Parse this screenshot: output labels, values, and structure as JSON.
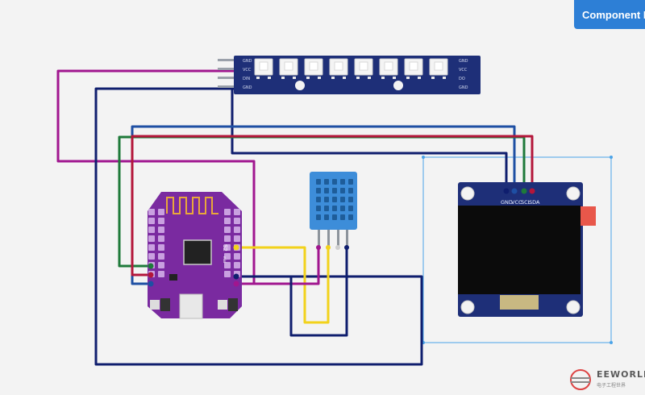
{
  "toolbar": {
    "component_button": "Component Properties"
  },
  "led_strip": {
    "pins_left": [
      "GND",
      "VCC",
      "DIN",
      "GND"
    ],
    "pins_right": [
      "GND",
      "VCC",
      "DO",
      "GND"
    ],
    "led_count": 8
  },
  "oled": {
    "pin_labels": [
      "GND",
      "VCC",
      "SCL",
      "SDA"
    ]
  },
  "board": {
    "chip_label": "S2",
    "chip_sub": "mini"
  },
  "watermark": {
    "title": "EEWORLD",
    "subtitle": "电子工程世界"
  },
  "colors": {
    "wire_magenta": "#a0168f",
    "wire_navy": "#0f1e6e",
    "wire_green": "#1e7a3a",
    "wire_red": "#b3163a",
    "wire_blue": "#1e4fa3",
    "wire_yellow": "#f2d21b",
    "board_purple": "#7a2aa0",
    "pcb_blue": "#1e2f78",
    "dht_blue": "#3d8dd9",
    "selection": "#4aa3e8"
  }
}
